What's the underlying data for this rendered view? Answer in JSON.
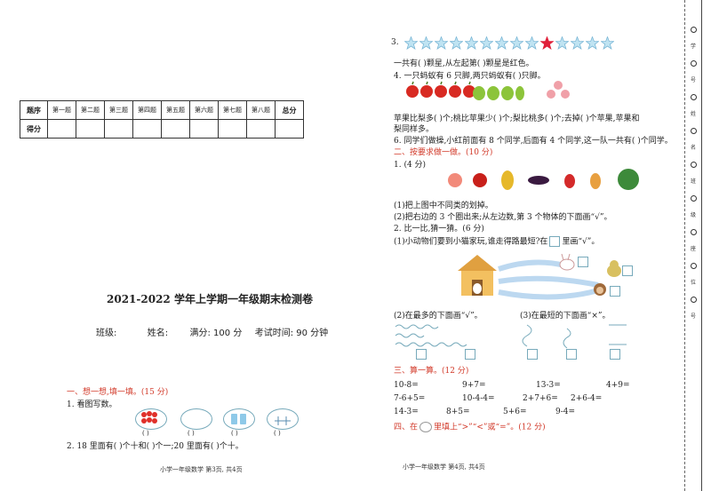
{
  "score_table": {
    "header": [
      "题序",
      "第一题",
      "第二题",
      "第三题",
      "第四题",
      "第五题",
      "第六题",
      "第七题",
      "第八题",
      "总分"
    ],
    "row_label": "得分"
  },
  "title": "2021-2022 学年上学期一年级期末检测卷",
  "info": {
    "class": "班级:",
    "name": "姓名:",
    "full_score": "满分: 100 分",
    "time": "考试时间: 90 分钟"
  },
  "section1": {
    "heading": "一、想一想,填一填。",
    "points": "(15 分)",
    "q1": "1. 看图写数。",
    "q2": "2. 18 里面有(       )个十和(    )个一;20 里面有(      )个十。",
    "blanks": [
      "(     )",
      "(     )",
      "(     )",
      "(     )"
    ]
  },
  "footer_left": "小学一年级数学  第3页, 共4页",
  "footer_right": "小学一年级数学  第4页, 共4页",
  "right": {
    "q3_label": "3.",
    "q3_text": "一共有(      )颗星,从左起第(       )颗星是红色。",
    "q4": "4. 一只蚂蚁有 6 只脚,两只蚂蚁有(        )只脚。",
    "q5_line1": "苹果比梨多(      )个;桃比苹果少(      )个;梨比桃多(      )个;去掉(      )个苹果,苹果和",
    "q5_line2": "梨同样多。",
    "q6": "6. 同学们做操,小红前面有 8 个同学,后面有 4 个同学,这一队一共有(      )个同学。",
    "section2_heading": "二、按要求做一做。",
    "section2_points": "(10 分)",
    "s2_q1": "1. (4 分)",
    "s2_q1_a": "(1)把上图中不同类的划掉。",
    "s2_q1_b": "(2)把右边的 3 个圈出来;从左边数,第 3 个物体的下面画“√”。",
    "s2_q2": "2. 比一比,猜一猜。(6 分)",
    "s2_q2_a": "(1)小动物们要到小猫家玩,谁走得路最短?在",
    "s2_q2_a2": "里画“√”。",
    "s2_q2_b": "(2)在最多的下面画“√”。",
    "s2_q2_c": "(3)在最短的下面画“×”。",
    "section3_heading": "三、算一算。",
    "section3_points": "(12 分)",
    "calc": [
      [
        "10-8=",
        "9+7=",
        "13-3=",
        "4+9="
      ],
      [
        "7-6+5=",
        "10-4-4=",
        "2+7+6=",
        "2+6-4="
      ],
      [
        "14-3=",
        "8+5=",
        "5+6=",
        "9-4="
      ]
    ],
    "section4_heading_a": "四、在",
    "section4_heading_b": "里填上“>”“<”或“=”。",
    "section4_points": "(12 分)"
  },
  "binding": [
    "学",
    "号",
    "姓",
    "名",
    "班",
    "级",
    "座",
    "位",
    "号"
  ],
  "colors": {
    "accent": "#d23a2a",
    "star_fill": "#bfe3f2",
    "star_red": "#e0203a"
  },
  "stars": {
    "total": 14,
    "red_index": 9
  }
}
